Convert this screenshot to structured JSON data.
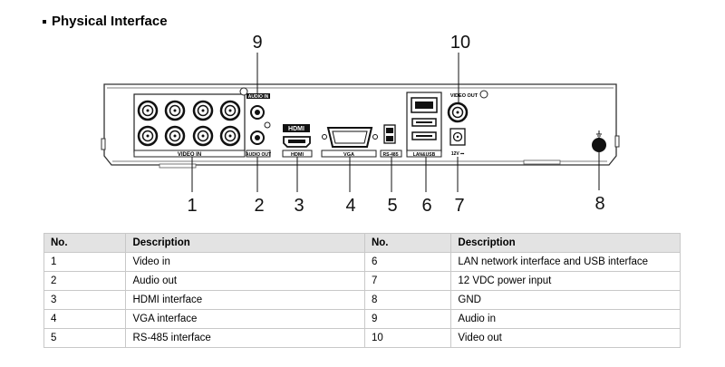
{
  "section": {
    "title": "Physical Interface"
  },
  "device": {
    "labels": {
      "video_in": "VIDEO IN",
      "audio_in": "AUDIO IN",
      "audio_out": "AUDIO OUT",
      "hdmi": "HDMI",
      "hdmi_logo": "HDMI",
      "vga": "VGA",
      "rs485": "RS-485",
      "lan_usb": "LAN&USB",
      "video_out": "VIDEO OUT",
      "power": "12V ⎓"
    }
  },
  "callouts": [
    "1",
    "2",
    "3",
    "4",
    "5",
    "6",
    "7",
    "8",
    "9",
    "10"
  ],
  "table": {
    "headers": [
      "No.",
      "Description",
      "No.",
      "Description"
    ],
    "rows": [
      [
        "1",
        "Video in",
        "6",
        "LAN network interface and USB interface"
      ],
      [
        "2",
        "Audio out",
        "7",
        "12 VDC power input"
      ],
      [
        "3",
        "HDMI interface",
        "8",
        "GND"
      ],
      [
        "4",
        "VGA interface",
        "9",
        "Audio in"
      ],
      [
        "5",
        "RS-485 interface",
        "10",
        "Video out"
      ]
    ]
  }
}
